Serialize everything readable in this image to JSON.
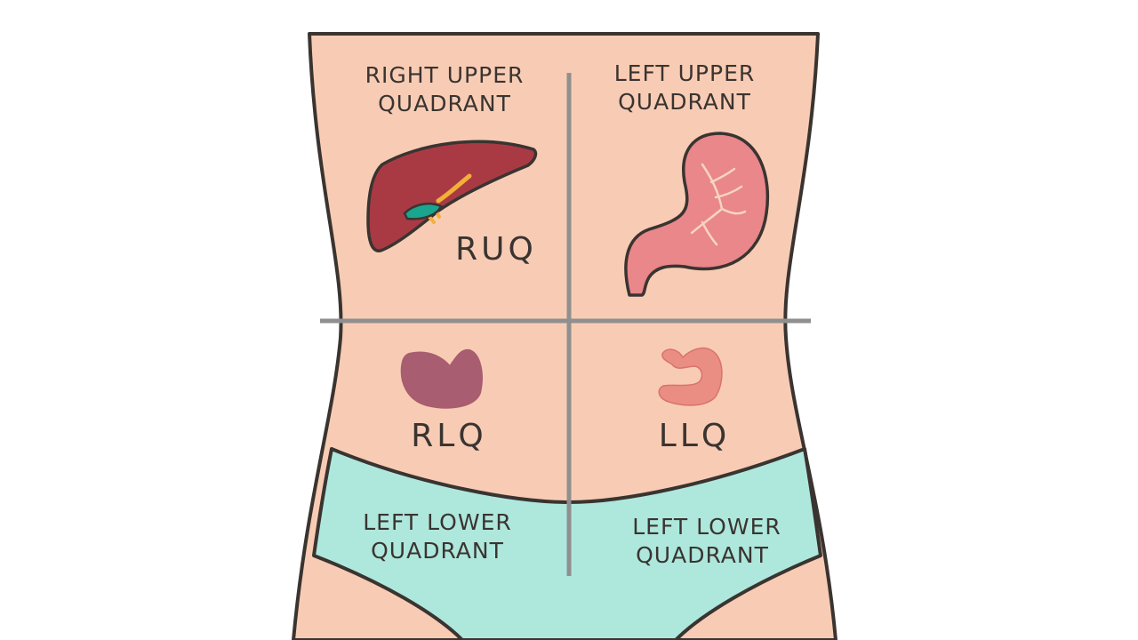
{
  "colors": {
    "skin": "#f8ccb4",
    "outline": "#3a3431",
    "underwear": "#aee8dc",
    "divider": "#8f8f8f",
    "liver": "#a93a44",
    "gallbladder": "#1aa58f",
    "stomach": "#e9878a",
    "appendix_organ": "#a85d70",
    "intestine": "#ea8e84"
  },
  "quadrants": {
    "ruq": {
      "name_line1": "RIGHT UPPER",
      "name_line2": "QUADRANT",
      "abbr": "RUQ",
      "organ_icon": "liver-icon"
    },
    "luq": {
      "name_line1": "LEFT UPPER",
      "name_line2": "QUADRANT",
      "organ_icon": "stomach-icon"
    },
    "rlq": {
      "abbr": "RLQ",
      "name_line1": "LEFT LOWER",
      "name_line2": "QUADRANT",
      "organ_icon": "appendix-icon"
    },
    "llq": {
      "abbr": "LLQ",
      "name_line1": "LEFT LOWER",
      "name_line2": "QUADRANT",
      "organ_icon": "intestine-icon"
    }
  }
}
